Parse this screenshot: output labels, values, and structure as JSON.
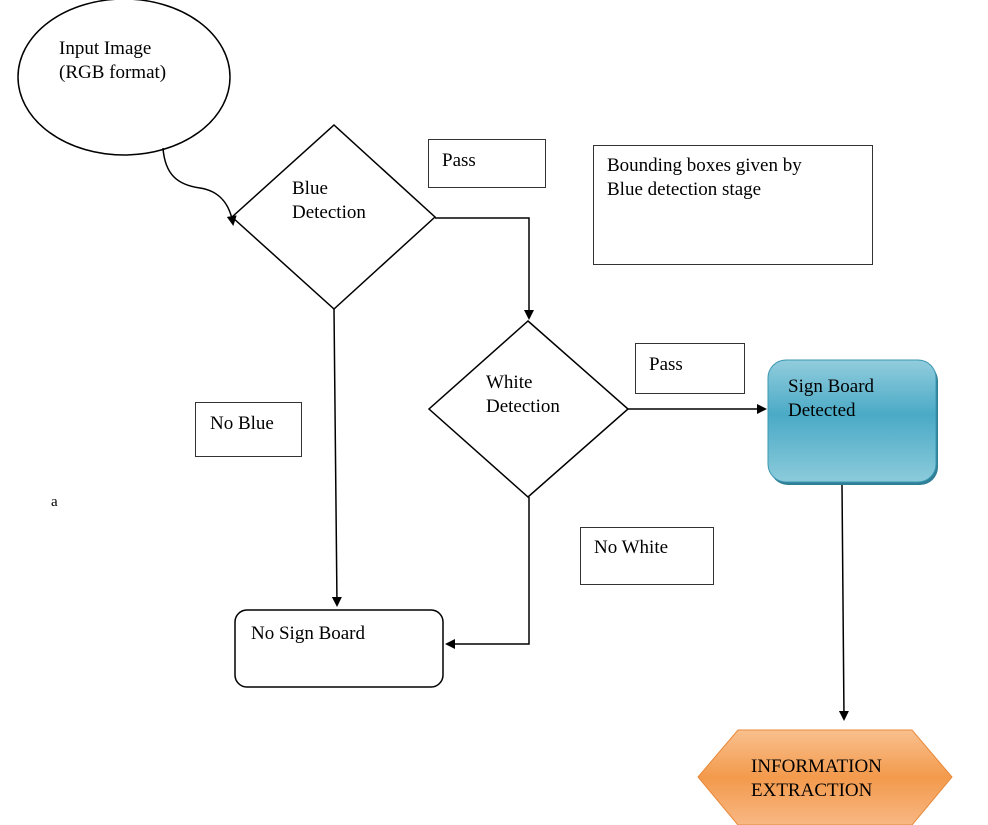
{
  "nodes": {
    "input_image": {
      "line1": "Input Image",
      "line2": "(RGB format)"
    },
    "blue_detection": {
      "line1": "Blue",
      "line2": "Detection"
    },
    "white_detection": {
      "line1": "White",
      "line2": "Detection"
    },
    "sign_board_detected": {
      "line1": "Sign Board",
      "line2": "Detected"
    },
    "no_sign_board": {
      "label": "No Sign Board"
    },
    "information_extraction": {
      "line1": "INFORMATION",
      "line2": "EXTRACTION"
    }
  },
  "labels": {
    "pass_blue": "Pass",
    "pass_white": "Pass",
    "no_blue": "No Blue",
    "no_white": "No White",
    "bounding_note_line1": "Bounding boxes given by",
    "bounding_note_line2": "Blue detection stage",
    "stray_char": "a"
  },
  "colors": {
    "sign_board_fill": "#4aaac6",
    "info_extraction_fill": "#f39a4c",
    "line": "#000000"
  }
}
